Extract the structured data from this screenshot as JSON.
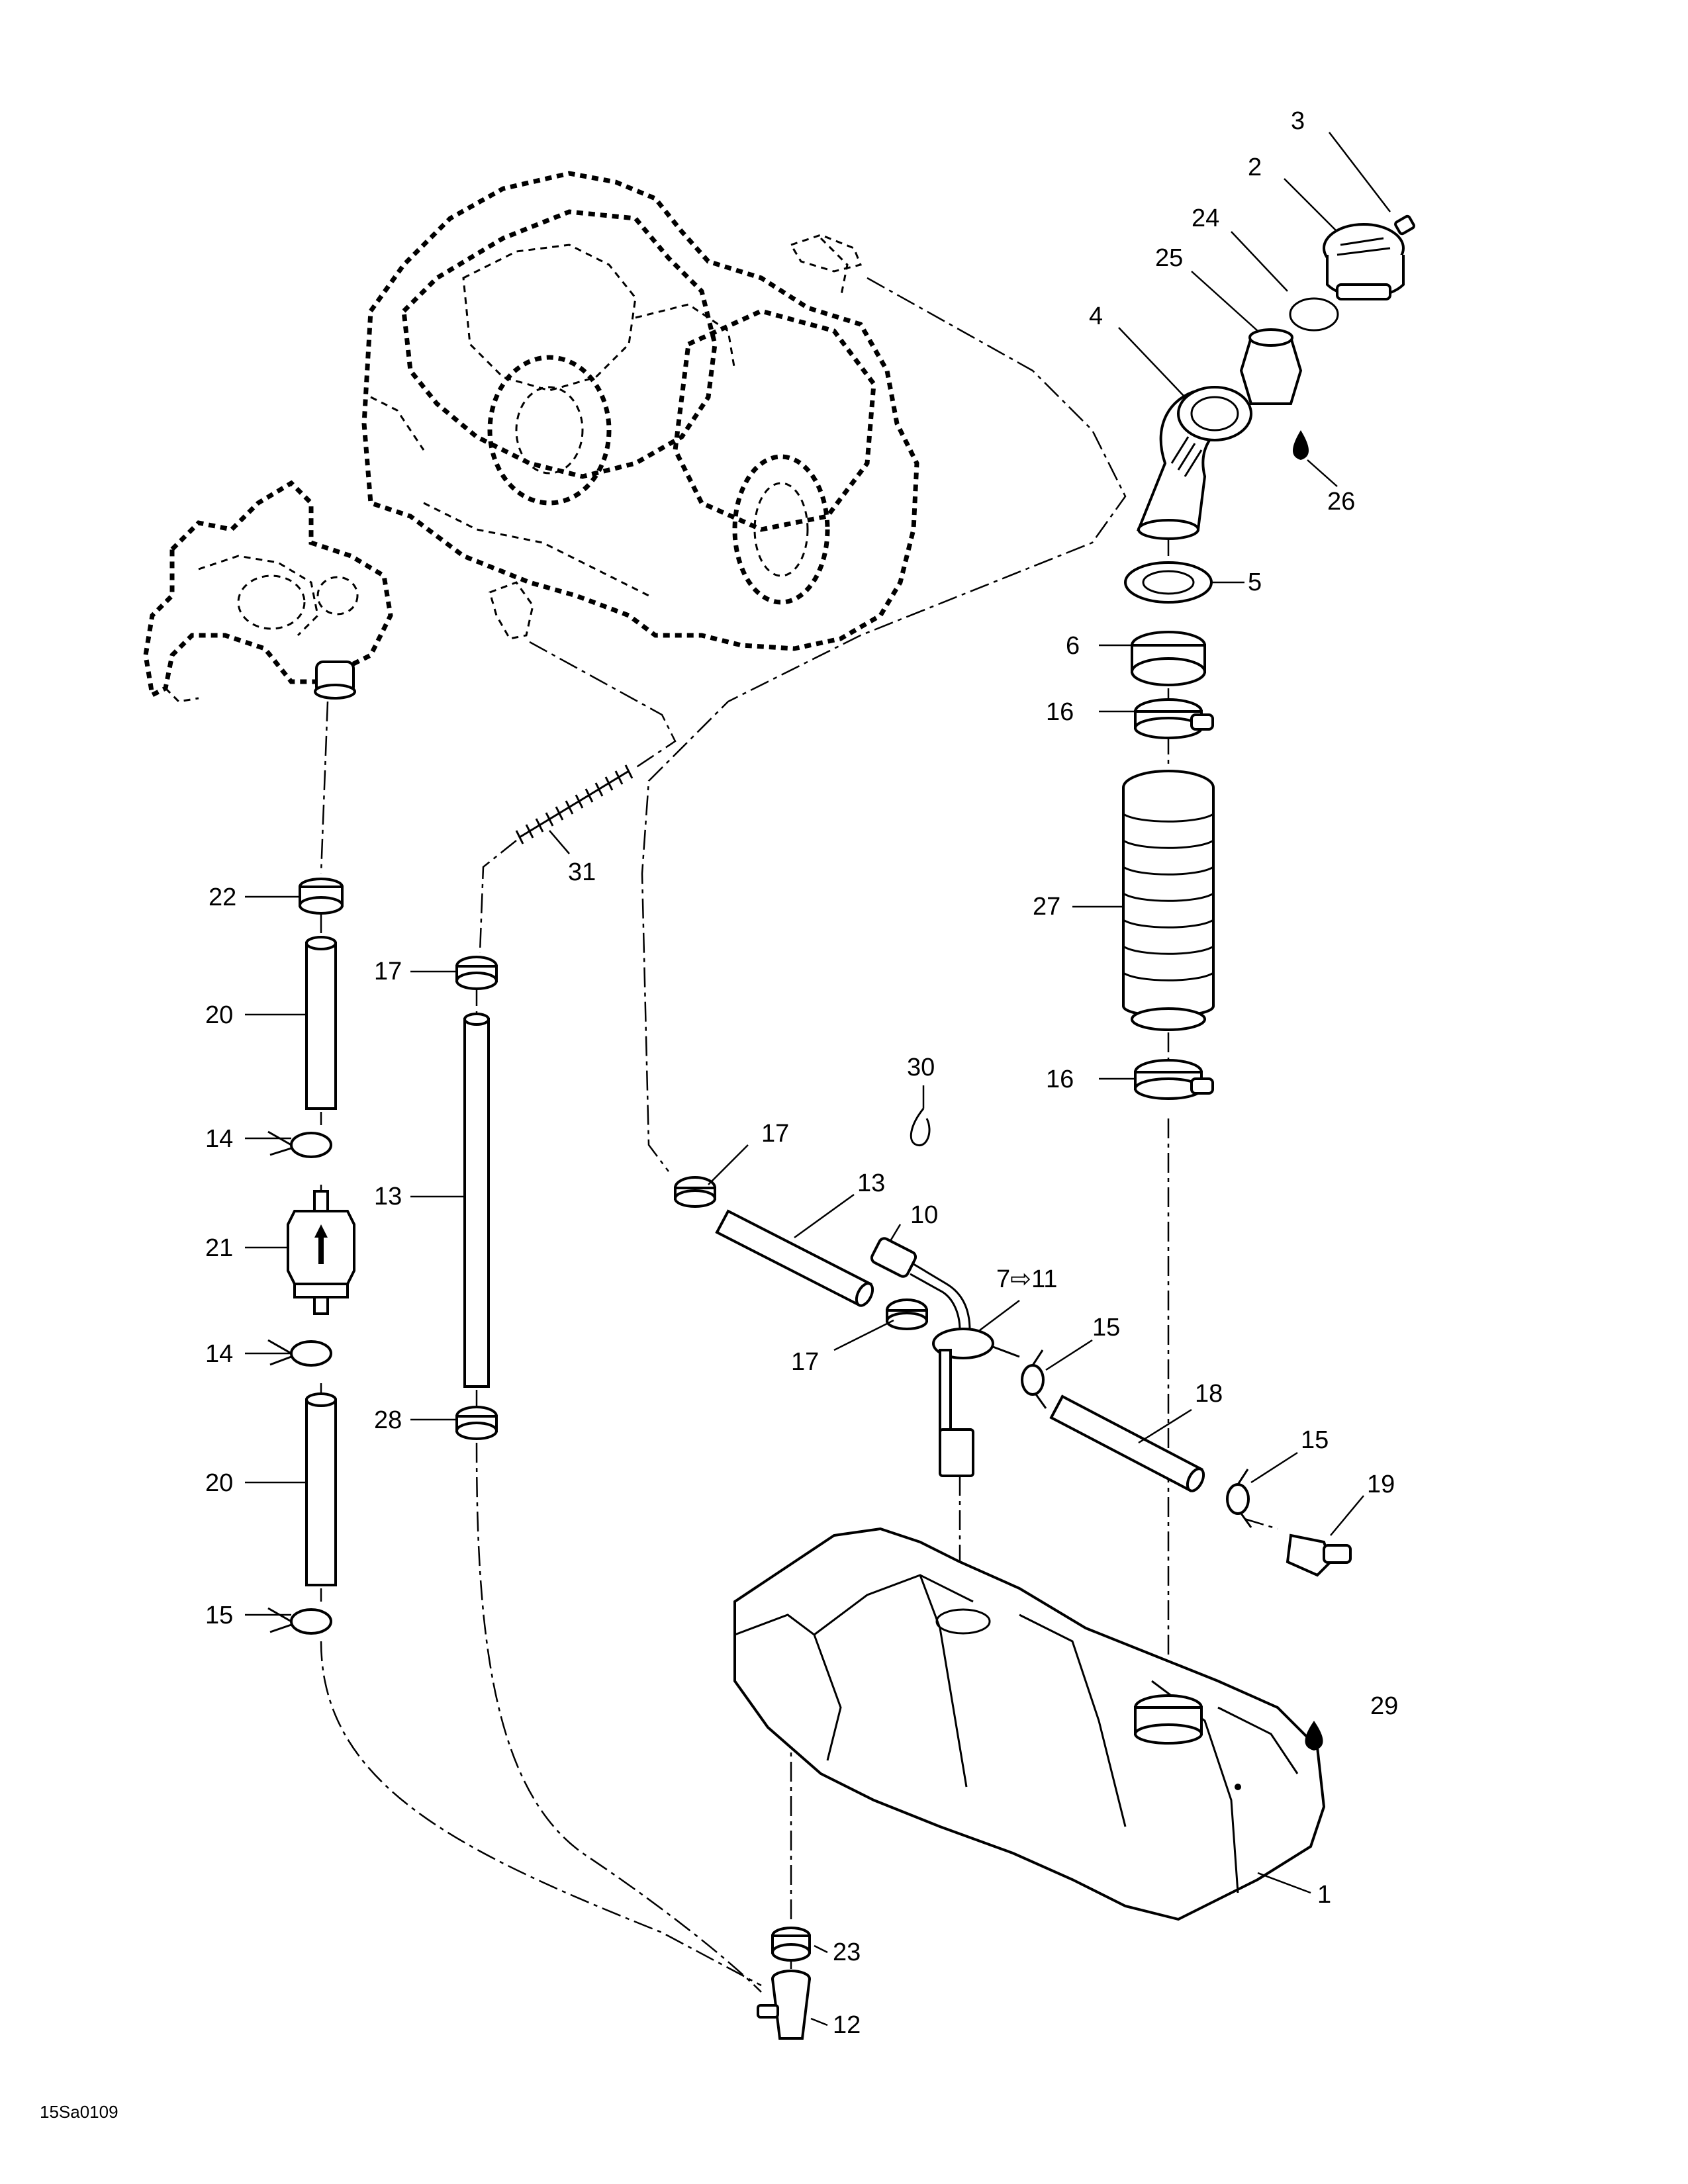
{
  "figure_id": "15Sa0109",
  "callouts": {
    "c1": "1",
    "c2": "2",
    "c3": "3",
    "c4": "4",
    "c5": "5",
    "c6": "6",
    "c7_11": "7⇨11",
    "c10": "10",
    "c12": "12",
    "c13_left": "13",
    "c13_right": "13",
    "c14_top": "14",
    "c14_bottom": "14",
    "c15_left": "15",
    "c15_mid": "15",
    "c15_right": "15",
    "c16_top": "16",
    "c16_bottom": "16",
    "c17_left": "17",
    "c17_mid": "17",
    "c17_low": "17",
    "c18": "18",
    "c19": "19",
    "c20_top": "20",
    "c20_bottom": "20",
    "c21": "21",
    "c22": "22",
    "c23": "23",
    "c24": "24",
    "c25": "25",
    "c26": "26",
    "c27": "27",
    "c28": "28",
    "c29": "29",
    "c30": "30",
    "c31": "31"
  },
  "icons": {
    "lubricant_drop": "drop-icon",
    "flow_arrow": "arrow-up-icon"
  }
}
